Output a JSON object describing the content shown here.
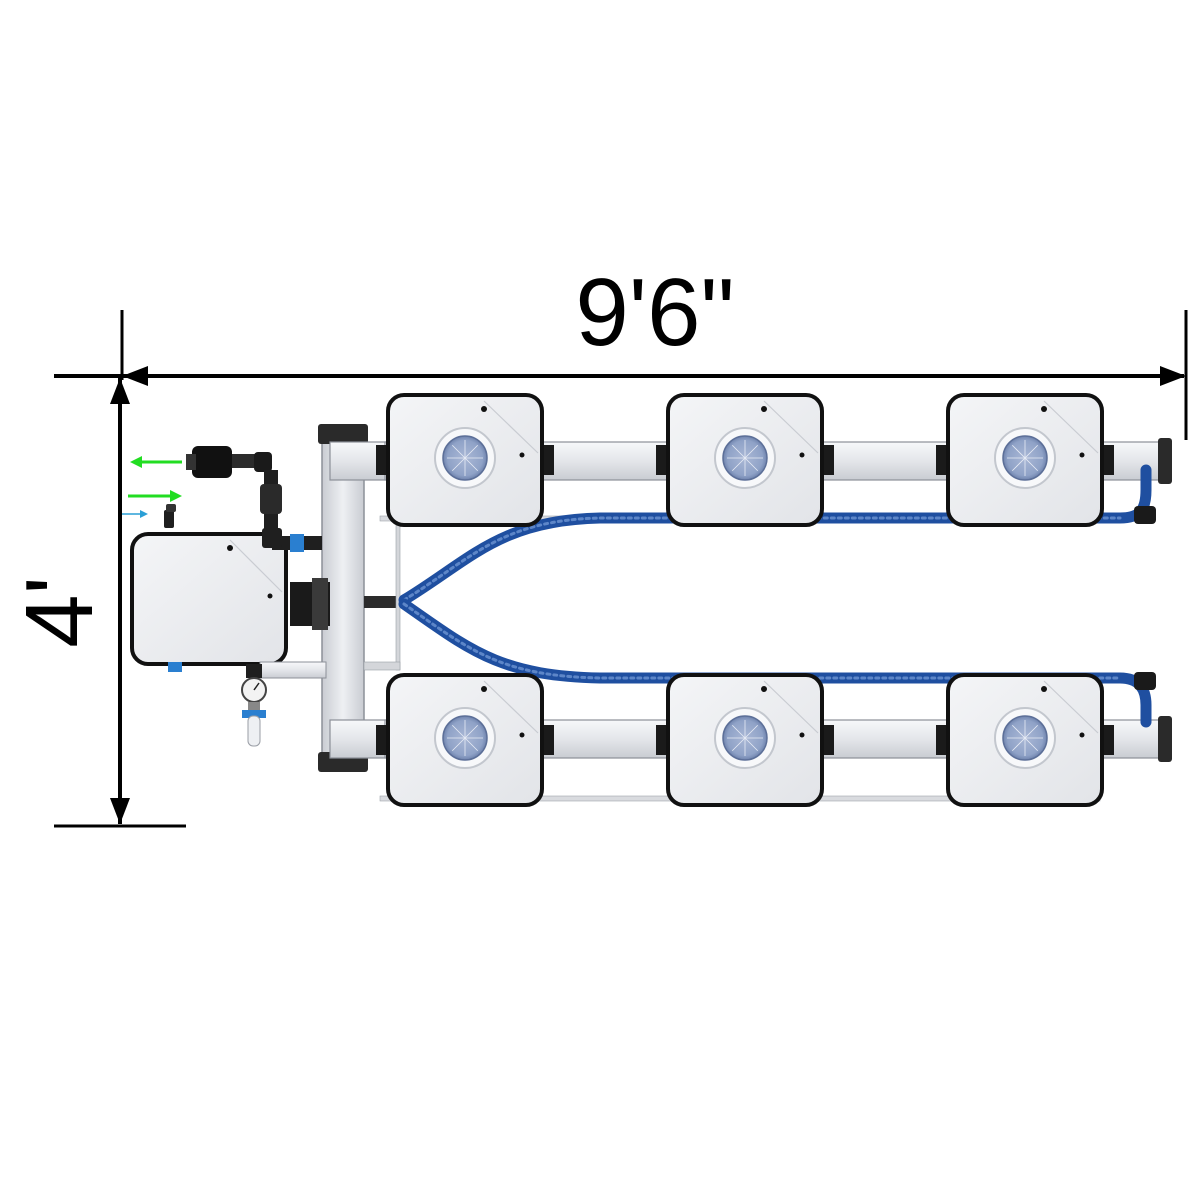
{
  "dimensions": {
    "width_label": "9'6\"",
    "height_label": "4'"
  },
  "layout": {
    "site_rows": 2,
    "sites_per_row": 3
  },
  "flow_arrows": [
    {
      "name": "outlet-arrow",
      "direction": "left",
      "color": "#22dd22"
    },
    {
      "name": "inlet-arrow",
      "direction": "right",
      "color": "#22dd22"
    },
    {
      "name": "water-arrow",
      "direction": "right",
      "color": "#2a9fd6"
    }
  ],
  "colors": {
    "hose": "#1f4fa0",
    "pipe": "#e6e8ec",
    "module_fill": "#eef0f3",
    "module_outline": "#111111",
    "lid": "#9fb0d0"
  }
}
